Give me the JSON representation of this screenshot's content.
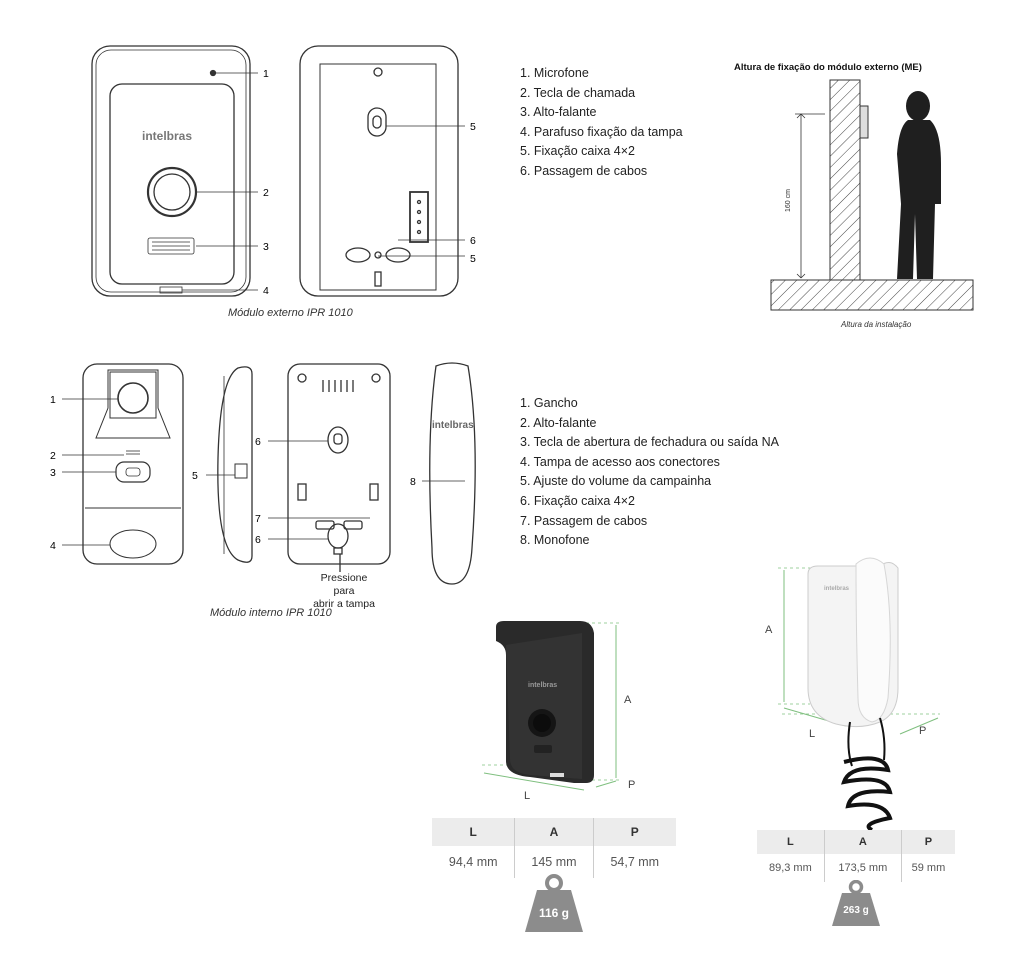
{
  "external": {
    "caption": "Módulo externo IPR 1010",
    "logo_text": "intelbras",
    "front_callouts": [
      "1",
      "2",
      "3",
      "4"
    ],
    "back_callouts": [
      "5",
      "6",
      "5"
    ],
    "legend": [
      "1. Microfone",
      "2. Tecla de chamada",
      "3. Alto-falante",
      "4. Parafuso fixação da tampa",
      "5. Fixação caixa 4×2",
      "6. Passagem de cabos"
    ]
  },
  "installation": {
    "title": "Altura de fixação do módulo externo (ME)",
    "height_label": "160 cm",
    "floor_caption": "Altura da instalação"
  },
  "internal": {
    "caption": "Módulo interno IPR 1010",
    "logo_text": "intelbras",
    "front_callouts": [
      "1",
      "2",
      "3",
      "4"
    ],
    "side_callouts": [
      "5"
    ],
    "back_callouts": [
      "6",
      "7",
      "6"
    ],
    "handset_callouts": [
      "8"
    ],
    "note": [
      "Pressione para",
      "abrir a tampa"
    ],
    "legend": [
      "1. Gancho",
      "2. Alto-falante",
      "3. Tecla de abertura de fechadura ou saída NA",
      "4. Tampa de acesso aos conectores",
      "5. Ajuste do volume da campainha",
      "6. Fixação caixa 4×2",
      "7. Passagem de cabos",
      "8. Monofone"
    ]
  },
  "external_dims": {
    "axis_labels": [
      "A",
      "L",
      "P"
    ],
    "headers": [
      "L",
      "A",
      "P"
    ],
    "values": [
      "94,4 mm",
      "145 mm",
      "54,7 mm"
    ],
    "weight": "116 g"
  },
  "internal_dims": {
    "axis_labels": [
      "A",
      "L",
      "P"
    ],
    "headers": [
      "L",
      "A",
      "P"
    ],
    "values": [
      "89,3 mm",
      "173,5 mm",
      "59 mm"
    ],
    "weight": "263 g"
  },
  "colors": {
    "line": "#333333",
    "device_dark": "#2b2b2b",
    "device_white": "#f4f4f4",
    "weight_gray": "#8c8c8c",
    "dim_line": "#7fbf7f"
  }
}
